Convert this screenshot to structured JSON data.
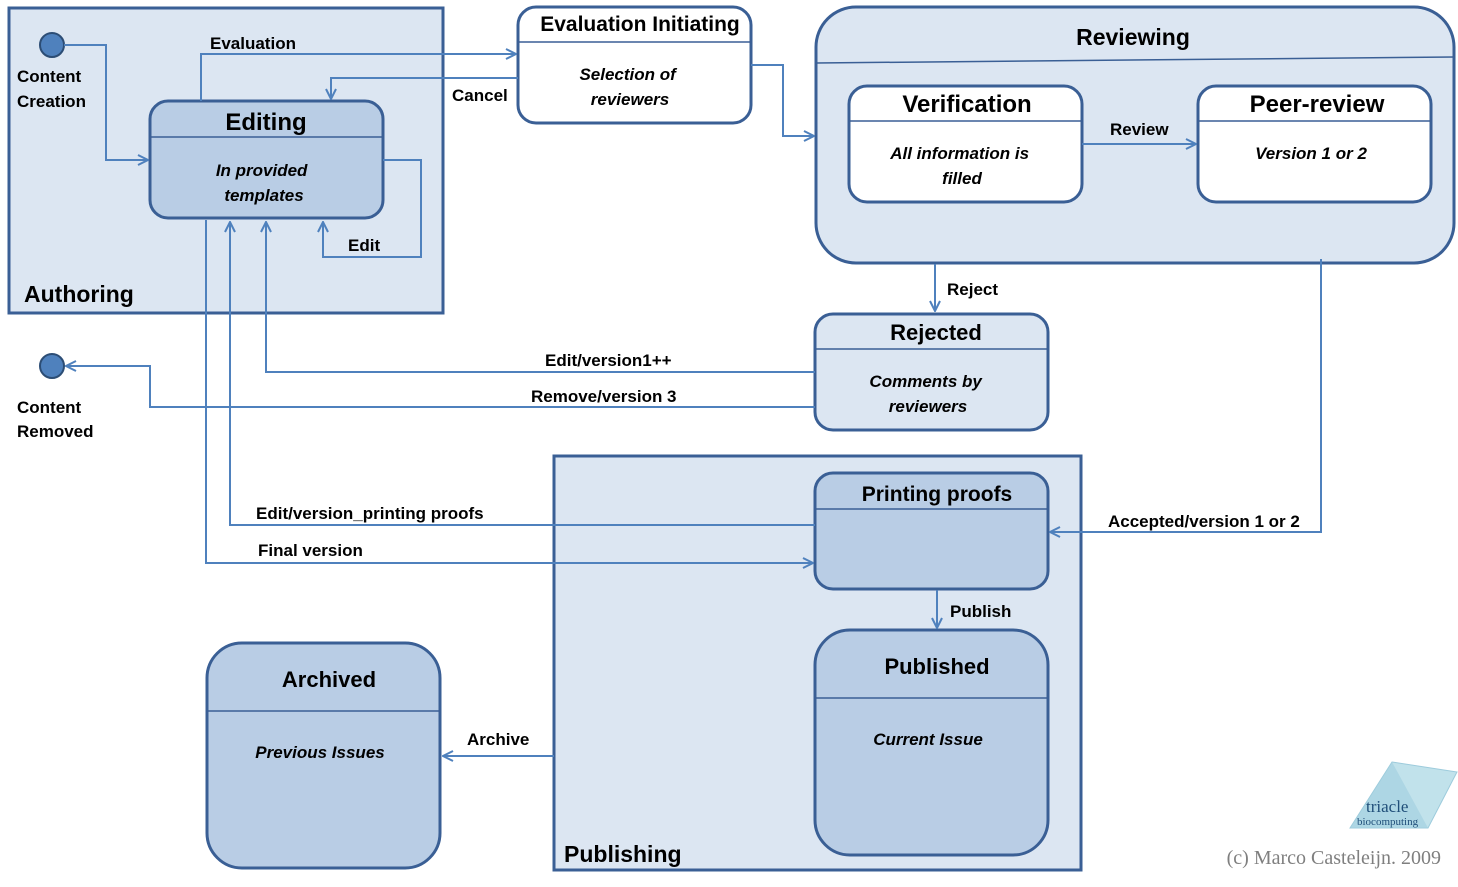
{
  "colors": {
    "stroke": "#3a5f95",
    "group_fill": "#dce6f2",
    "state_fill_light": "#ffffff",
    "state_fill_dark": "#b9cde5",
    "arrow": "#4f81bd",
    "initial": "#4f81bd"
  },
  "groups": {
    "authoring": "Authoring",
    "publishing": "Publishing",
    "reviewing": "Reviewing"
  },
  "initial_states": {
    "creation": [
      "Content",
      "Creation"
    ],
    "removed": [
      "Content",
      "Removed"
    ]
  },
  "states": {
    "editing": {
      "title": "Editing",
      "body": [
        "In provided",
        "templates"
      ]
    },
    "evaluation_initiating": {
      "title": "Evaluation Initiating",
      "body": [
        "Selection of",
        "reviewers"
      ]
    },
    "verification": {
      "title": "Verification",
      "body": [
        "All information is",
        "filled"
      ]
    },
    "peer_review": {
      "title": "Peer-review",
      "body": [
        "Version 1 or 2"
      ]
    },
    "rejected": {
      "title": "Rejected",
      "body": [
        "Comments by",
        "reviewers"
      ]
    },
    "printing_proofs": {
      "title": "Printing proofs",
      "body": []
    },
    "published": {
      "title": "Published",
      "body": [
        "Current Issue"
      ]
    },
    "archived": {
      "title": "Archived",
      "body": [
        "Previous Issues"
      ]
    }
  },
  "transitions": {
    "evaluation": "Evaluation",
    "cancel": "Cancel",
    "edit": "Edit",
    "review": "Review",
    "reject": "Reject",
    "edit_version1": "Edit/version1++",
    "remove_version3": "Remove/version 3",
    "edit_printing": "Edit/version_printing proofs",
    "final_version": "Final version",
    "accepted": "Accepted/version 1 or 2",
    "publish": "Publish",
    "archive": "Archive"
  },
  "logo": {
    "name": "triacle",
    "sub": "biocomputing"
  },
  "copyright": "(c) Marco Casteleijn. 2009"
}
